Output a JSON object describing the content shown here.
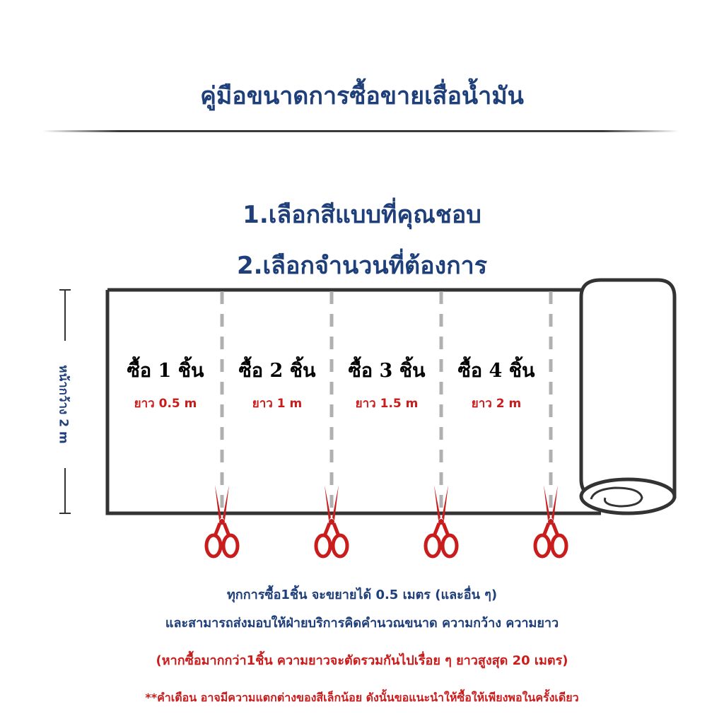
{
  "title": "คู่มือขนาดการซื้อขายเสื่อน้ำมัน",
  "steps": {
    "step1": "1.เลือกสีแบบที่คุณชอบ",
    "step2": "2.เลือกจำนวนที่ต้องการ"
  },
  "width_label": "หน้ากว้าง 2 m",
  "segments": [
    {
      "label": "ซื้อ 1 ชิ้น",
      "length": "ยาว 0.5 m"
    },
    {
      "label": "ซื้อ 2 ชิ้น",
      "length": "ยาว 1 m"
    },
    {
      "label": "ซื้อ 3 ชิ้น",
      "length": "ยาว 1.5 m"
    },
    {
      "label": "ซื้อ 4 ชิ้น",
      "length": "ยาว 2 m"
    }
  ],
  "notes": {
    "line1": "ทุกการซื้อ1ชิ้น จะขยายได้ 0.5 เมตร (และอื่น ๆ)",
    "line2": "และสามารถส่งมอบให้ฝ่ายบริการคิดคำนวณขนาด ความกว้าง ความยาว",
    "line3": "(หากซื้อมากกว่า1ชิ้น ความยาวจะตัดรวมกันไปเรื่อย ๆ ยาวสูงสุด 20 เมตร)",
    "line4": "**คำเตือน อาจมีความแตกต่างของสีเล็กน้อย ดังนั้นขอแนะนำให้ซื้อให้เพียงพอในครั้งเดียว"
  },
  "colors": {
    "heading_blue": "#1f3f7a",
    "accent_red": "#c91d1d",
    "outline": "#333333",
    "cut_line": "#b0b0b0"
  }
}
